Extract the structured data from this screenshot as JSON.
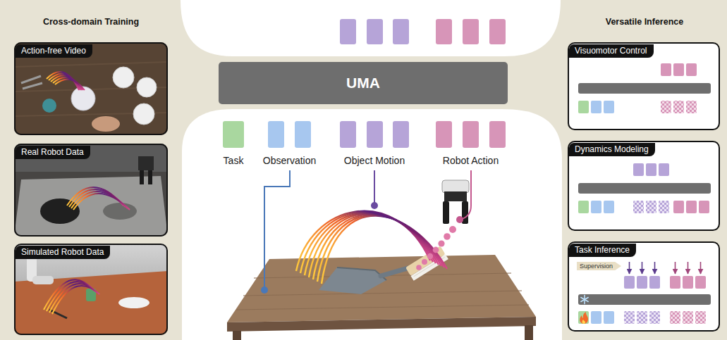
{
  "diagram": {
    "nodes": [
      {
        "text": [
          "Cross-domain Training"
        ]
      },
      {
        "text": [
          "Action-free Video"
        ],
        "in": 0
      },
      {
        "text": [
          "Real Robot Data"
        ],
        "in": 0
      },
      {
        "text": [
          "Simulated Robot Data"
        ],
        "in": 0
      },
      {
        "text": [
          "UMA"
        ]
      },
      {
        "text": [
          "Versatile Inference"
        ]
      },
      {
        "text": [
          "Visuomotor Control"
        ],
        "in": 5
      },
      {
        "text": [
          "Dynamics Modeling"
        ],
        "in": 5
      },
      {
        "text": [
          "Task Inference"
        ],
        "in": 5
      }
    ],
    "labels": [
      "Task",
      "Observation",
      "Object Motion",
      "Robot Action",
      "Supervision"
    ]
  }
}
